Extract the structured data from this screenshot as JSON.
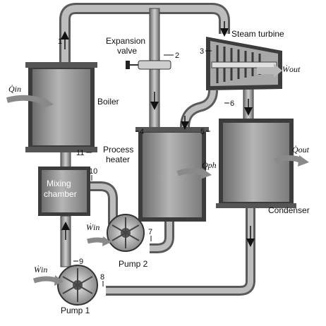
{
  "components": {
    "boiler": "Boiler",
    "steam_turbine": "Steam turbine",
    "expansion_valve_line1": "Expansion",
    "expansion_valve_line2": "valve",
    "process_heater_line1": "Process",
    "process_heater_line2": "heater",
    "condenser": "Condenser",
    "mixing_chamber_line1": "Mixing",
    "mixing_chamber_line2": "chamber",
    "pump1": "Pump 1",
    "pump2": "Pump 2"
  },
  "energy_flows": {
    "q_in": "Q̇in",
    "w_out": "Ẇout",
    "q_ph": "Q̇ph",
    "q_out": "Q̇out",
    "w_in_pump2": "Ẇin",
    "w_in_pump1": "Ẇin"
  },
  "states": [
    "1",
    "2",
    "3",
    "4",
    "5",
    "6",
    "7",
    "8",
    "9",
    "10",
    "11"
  ],
  "colors": {
    "pipe": "#9a9a9a",
    "pipe_dark": "#555555",
    "vessel_fill": "#8c8c8c",
    "vessel_frame": "#3c3c3c",
    "arrow": "#7a7a7a"
  }
}
